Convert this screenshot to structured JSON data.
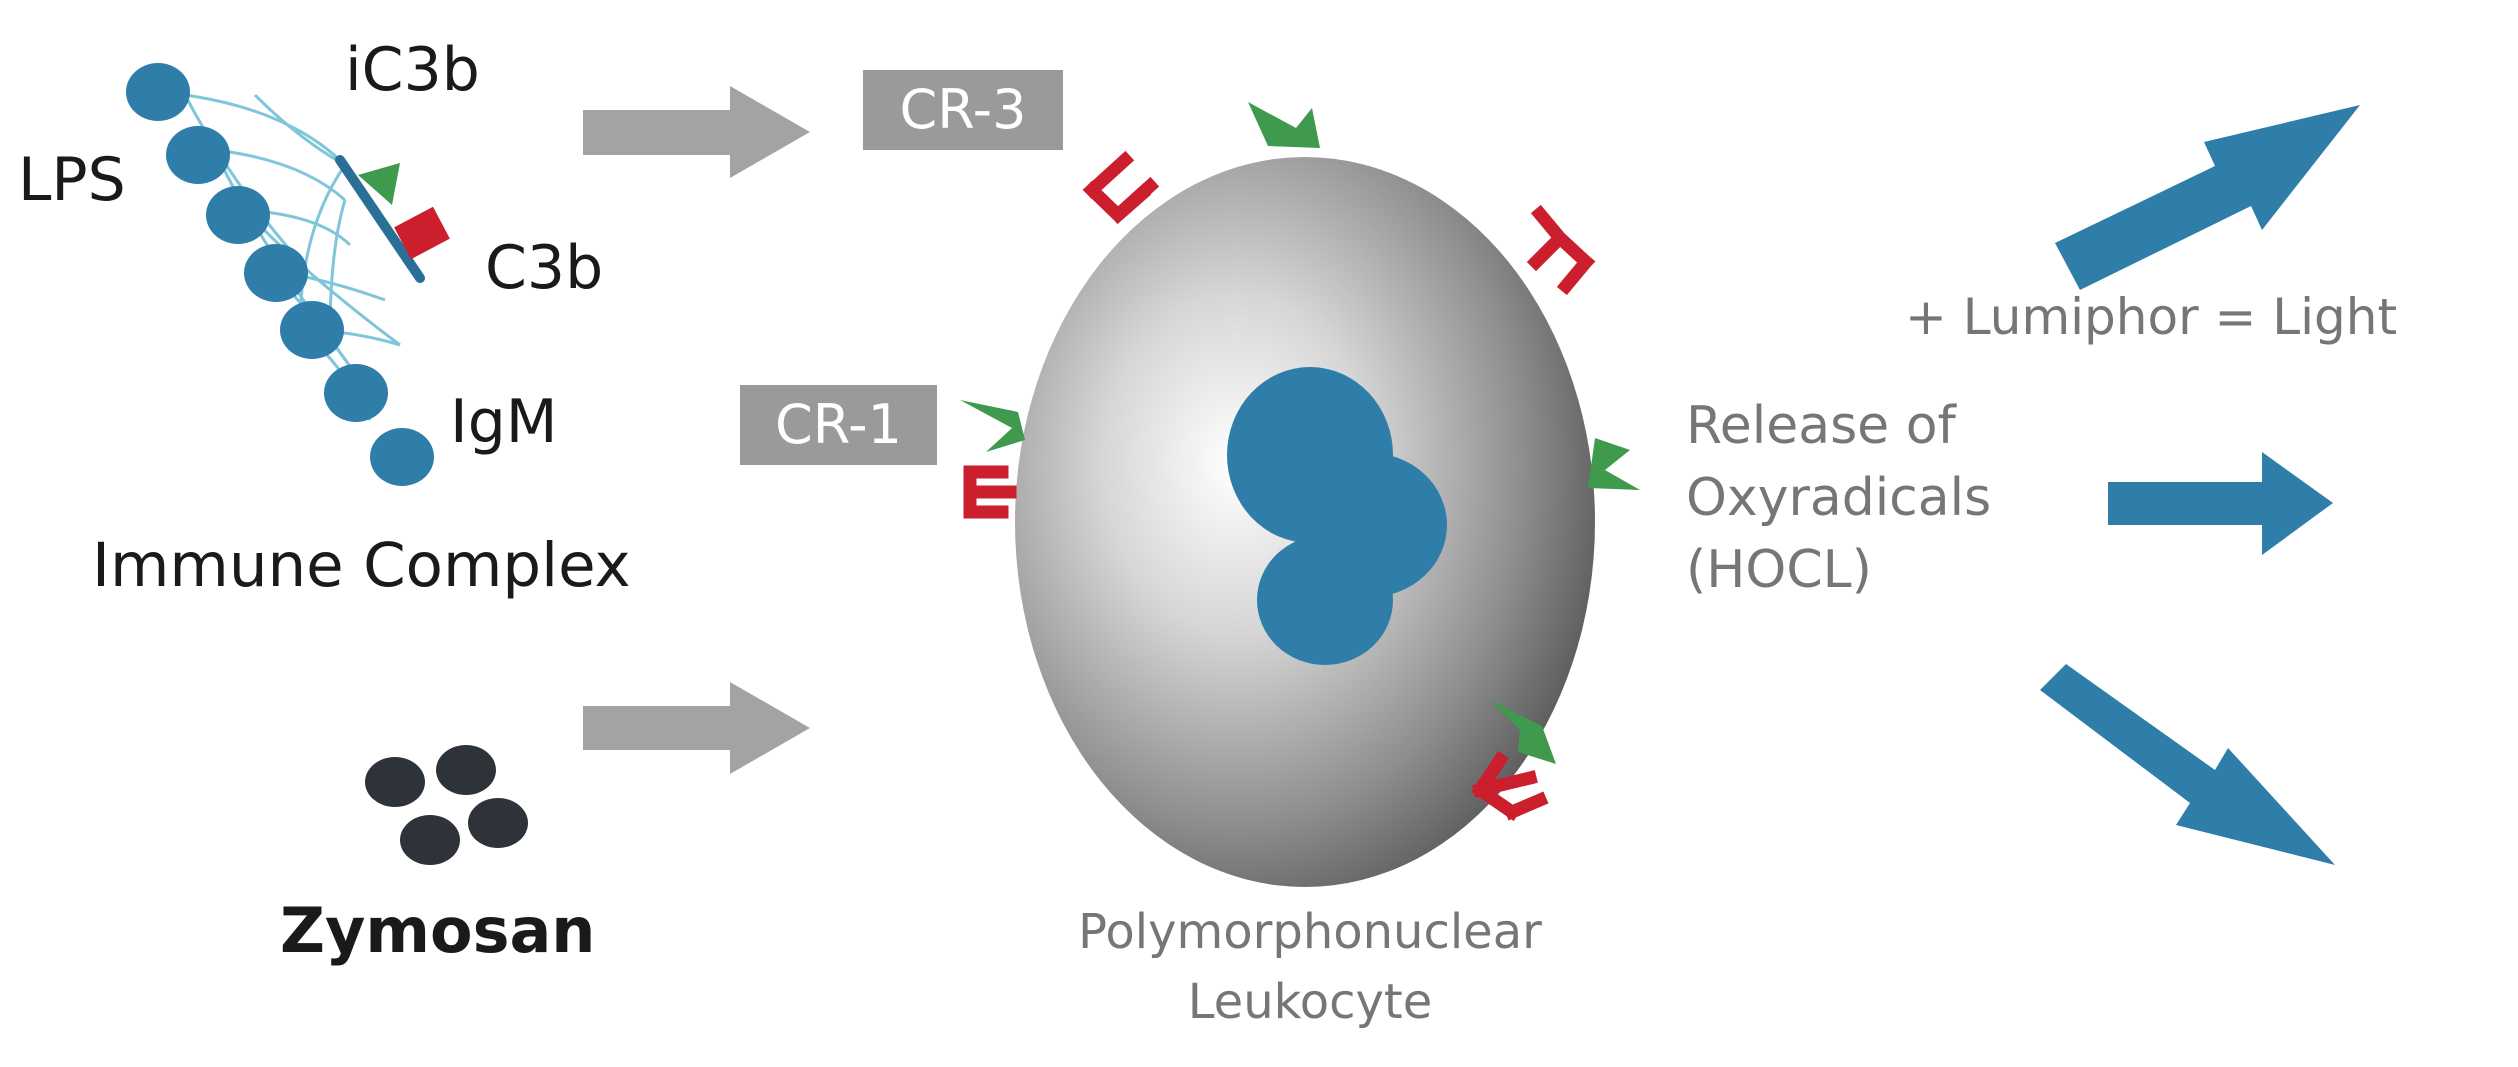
{
  "labels": {
    "ic3b": "iC3b",
    "lps": "LPS",
    "c3b": "C3b",
    "igm": "IgM",
    "immune_complex": "Immune Complex",
    "zymosan": "Zymosan",
    "cr3": "CR-3",
    "cr1": "CR-1",
    "cell_line1": "Polymorphonuclear",
    "cell_line2": "Leukocyte",
    "release_line1": "Release of",
    "release_line2": "Oxyradicals",
    "release_line3": "(HOCL)",
    "lumiphor": "+ Lumiphor = Light"
  },
  "colors": {
    "blue": "#2f7ea9",
    "dark_blue": "#2a6f96",
    "green": "#3f9a4e",
    "red": "#cc1f2d",
    "grey_arrow": "#a3a3a3",
    "grey_box": "#9a9a9a",
    "zymosan": "#2d3338",
    "text_dark": "#1a1a1a",
    "text_grey": "#767676"
  }
}
